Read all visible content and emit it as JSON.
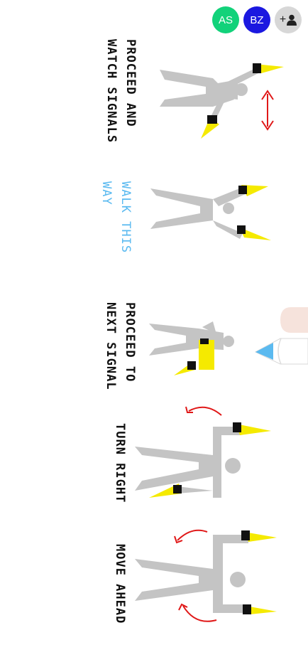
{
  "collaborators": [
    {
      "initials": "AS",
      "color": "#12d27a"
    },
    {
      "initials": "BZ",
      "color": "#1b18e0"
    }
  ],
  "add_collaborator": {
    "plus": "+",
    "icon": "person-add-icon"
  },
  "signals": [
    {
      "label_line1": "PROCEED AND",
      "label_line2": "WATCH SIGNALS",
      "color": "#111111"
    },
    {
      "label_line1": "WALK THIS",
      "label_line2": "WAY",
      "color": "#5bbaf0"
    },
    {
      "label_line1": "PROCEED TO",
      "label_line2": "NEXT SIGNAL",
      "color": "#111111"
    },
    {
      "label_line1": "TURN RIGHT",
      "label_line2": "",
      "color": "#111111"
    },
    {
      "label_line1": "MOVE AHEAD",
      "label_line2": "",
      "color": "#111111"
    }
  ],
  "colors": {
    "figure": "#c4c4c4",
    "wand": "#f5ea00",
    "arrow": "#e01818",
    "pencil_tip": "#5bbaf0"
  }
}
